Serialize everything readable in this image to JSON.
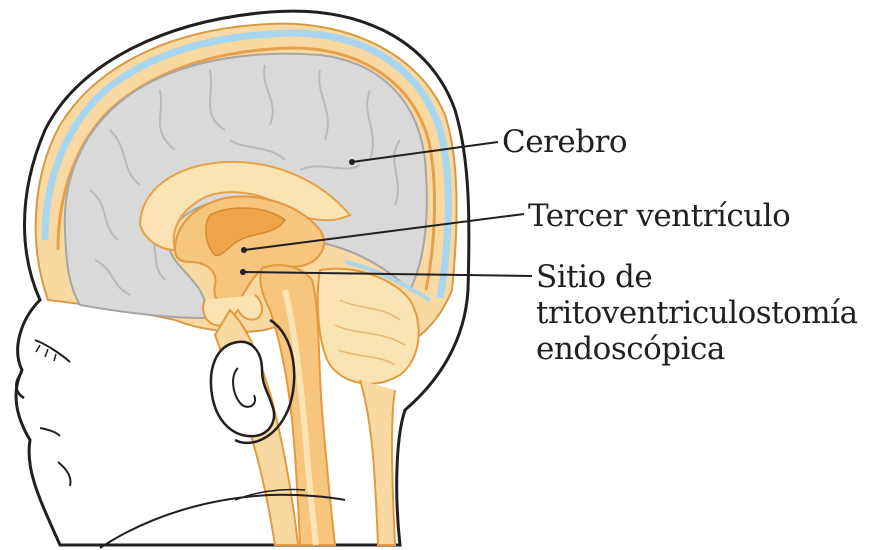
{
  "labels": {
    "cerebro": "Cerebro",
    "tercer_ventriculo": "Tercer ventrículo",
    "sitio_line1": "Sitio de",
    "sitio_line2": "tritoventriculostomía",
    "sitio_line3": "endoscópica"
  },
  "colors": {
    "outline": "#231f20",
    "skin": "#ffffff",
    "bone": "#f8d9a2",
    "meninges": "#f2b45c",
    "csf": "#a8d5ef",
    "brain": "#d9d9d9",
    "brain_folds": "#b9b9b9",
    "ventricle": "#f6c57e",
    "ventricle_dark": "#eea54a",
    "cerebellum": "#fbe4b3",
    "leader": "#231f20"
  }
}
